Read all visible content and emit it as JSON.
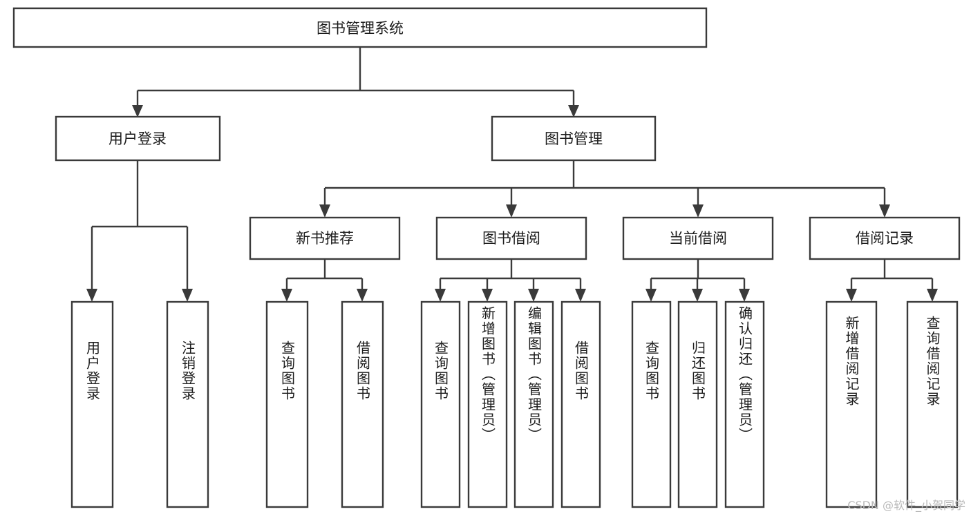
{
  "diagram": {
    "type": "tree",
    "title": "图书管理系统",
    "watermark": "CSDN @软件_小贺同学",
    "colors": {
      "stroke": "#3a3a3a",
      "fill": "#ffffff",
      "text": "#1c1c1c",
      "watermark": "#b9b9b9"
    },
    "root": {
      "label": "图书管理系统"
    },
    "level2": [
      {
        "label": "用户登录"
      },
      {
        "label": "图书管理"
      }
    ],
    "level3": [
      {
        "label": "新书推荐"
      },
      {
        "label": "图书借阅"
      },
      {
        "label": "当前借阅"
      },
      {
        "label": "借阅记录"
      }
    ],
    "leaves": {
      "user_login": [
        {
          "label": "用户登录"
        },
        {
          "label": "注销登录"
        }
      ],
      "new_book_recommend": [
        {
          "label": "查询图书"
        },
        {
          "label": "借阅图书"
        }
      ],
      "book_borrow": [
        {
          "label": "查询图书"
        },
        {
          "label": "新增图书（管理员）"
        },
        {
          "label": "编辑图书（管理员）"
        },
        {
          "label": "借阅图书"
        }
      ],
      "current_borrow": [
        {
          "label": "查询图书"
        },
        {
          "label": "归还图书"
        },
        {
          "label": "确认归还（管理员）"
        }
      ],
      "borrow_records": [
        {
          "label": "新增借阅记录"
        },
        {
          "label": "查询借阅记录"
        }
      ]
    }
  }
}
